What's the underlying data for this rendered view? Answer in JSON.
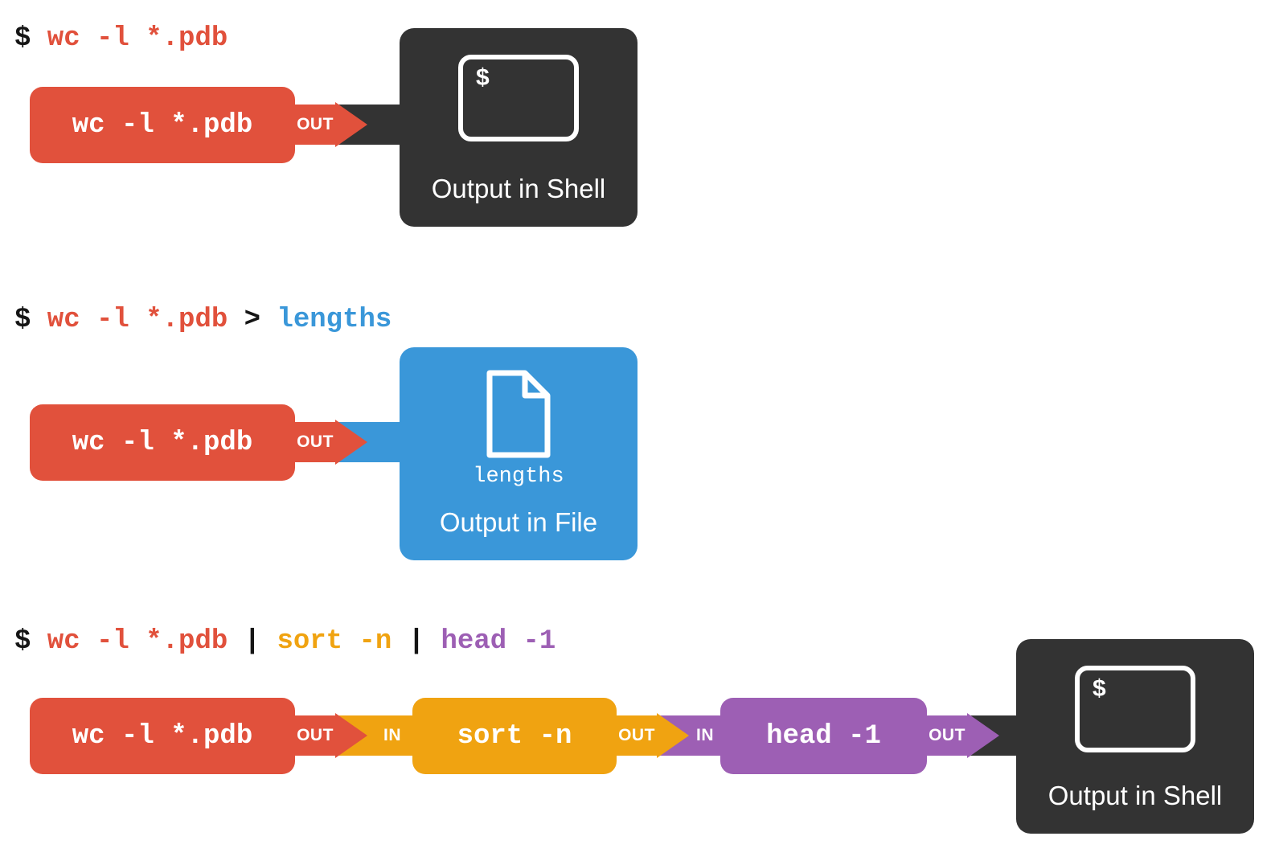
{
  "colors": {
    "red": "#e1513c",
    "orange": "#f0a311",
    "purple": "#9d5fb4",
    "blue": "#3a97d9",
    "dark": "#333333"
  },
  "rows": {
    "row1": {
      "command": {
        "prompt": "$",
        "cmd": " wc -l *.pdb"
      },
      "process": {
        "label": "wc -l *.pdb",
        "out_label": "OUT"
      },
      "sink": {
        "terminal_prompt": "$",
        "label": "Output in Shell"
      }
    },
    "row2": {
      "command": {
        "prompt": "$",
        "cmd": " wc -l *.pdb",
        "redirect": " > ",
        "file": "lengths"
      },
      "process": {
        "label": "wc -l *.pdb",
        "out_label": "OUT"
      },
      "sink": {
        "filename": "lengths",
        "label": "Output in File"
      }
    },
    "row3": {
      "command": {
        "prompt": "$",
        "cmd": " wc -l *.pdb",
        "pipe1": " | ",
        "cmd2": "sort -n",
        "pipe2": " | ",
        "cmd3": "head -1"
      },
      "process1": {
        "label": "wc -l *.pdb",
        "out_label": "OUT"
      },
      "pipe1_in_label": "IN",
      "process2": {
        "label": "sort -n",
        "out_label": "OUT"
      },
      "pipe2_in_label": "IN",
      "process3": {
        "label": "head -1",
        "out_label": "OUT"
      },
      "sink": {
        "terminal_prompt": "$",
        "label": "Output in Shell"
      }
    }
  }
}
